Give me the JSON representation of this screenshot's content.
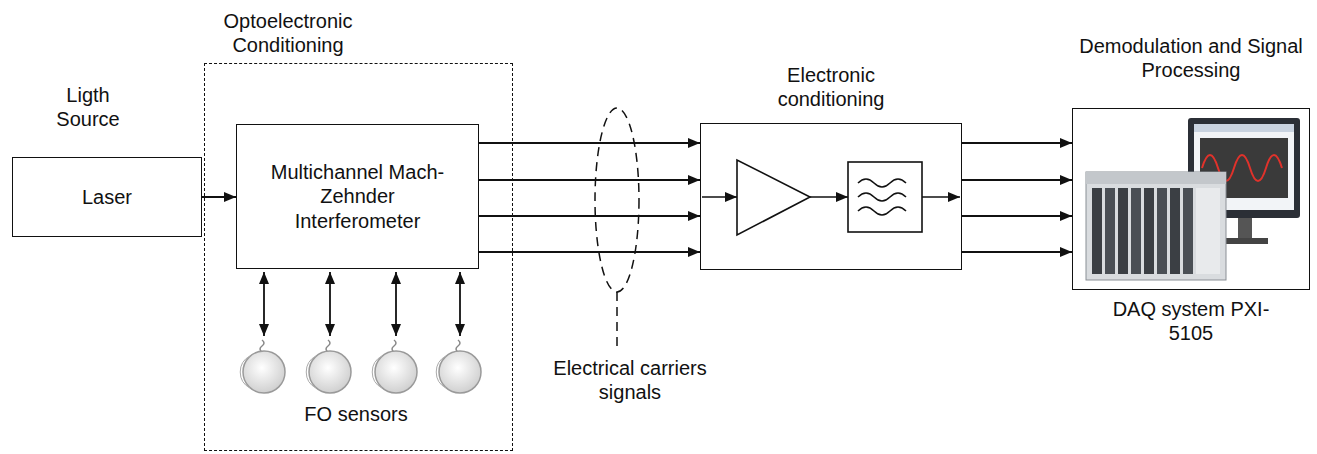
{
  "diagram": {
    "nodes": [
      {
        "text": [
          "Ligth Source",
          "Laser"
        ]
      },
      {
        "text": [
          "Optoelectronic Conditioning"
        ]
      },
      {
        "text": [
          "Multichannel Mach-Zehnder Interferometer"
        ],
        "in": 1
      },
      {
        "text": [
          "Electronic conditioning"
        ]
      },
      {
        "text": [
          "Demodulation and Signal Processing",
          "DAQ system PXI-5105"
        ]
      }
    ],
    "edges": [
      {
        "from": 0,
        "to": 2,
        "arrow": "to"
      },
      {
        "from": 2,
        "to": 3,
        "arrow": "to"
      },
      {
        "from": 2,
        "to": 3,
        "arrow": "to"
      },
      {
        "from": 2,
        "to": 3,
        "arrow": "to"
      },
      {
        "from": 2,
        "to": 3,
        "arrow": "to"
      },
      {
        "from": 3,
        "to": 4,
        "arrow": "to"
      },
      {
        "from": 3,
        "to": 4,
        "arrow": "to"
      },
      {
        "from": 3,
        "to": 4,
        "arrow": "to"
      },
      {
        "from": 3,
        "to": 4,
        "arrow": "to"
      }
    ],
    "labels": [
      "FO sensors",
      "Electrical carriers signals"
    ]
  }
}
